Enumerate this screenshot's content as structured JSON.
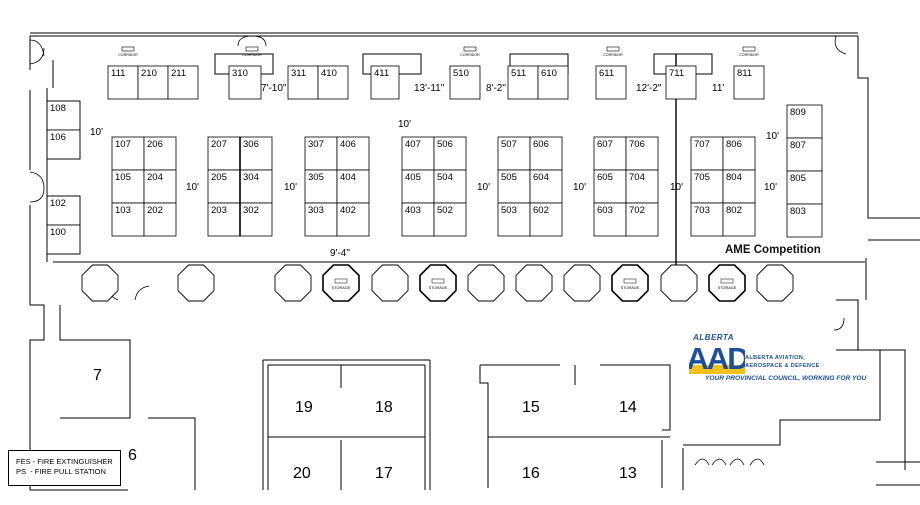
{
  "top_row_booths": [
    "111",
    "210",
    "211",
    "310",
    "311",
    "410",
    "411",
    "510",
    "511",
    "610",
    "611",
    "711",
    "811"
  ],
  "left_column_booths": [
    "108",
    "106",
    "102",
    "100"
  ],
  "right_column_booths": [
    "809",
    "807",
    "805",
    "803"
  ],
  "island_blocks": [
    {
      "left": [
        "107",
        "105",
        "103"
      ],
      "right": [
        "206",
        "204",
        "202"
      ]
    },
    {
      "left": [
        "207",
        "205",
        "203"
      ],
      "right": [
        "306",
        "304",
        "302"
      ]
    },
    {
      "left": [
        "307",
        "305",
        "303"
      ],
      "right": [
        "406",
        "404",
        "402"
      ]
    },
    {
      "left": [
        "407",
        "405",
        "403"
      ],
      "right": [
        "506",
        "504",
        "502"
      ]
    },
    {
      "left": [
        "507",
        "505",
        "503"
      ],
      "right": [
        "606",
        "604",
        "602"
      ]
    },
    {
      "left": [
        "607",
        "605",
        "603"
      ],
      "right": [
        "706",
        "704",
        "702"
      ]
    },
    {
      "left": [
        "707",
        "705",
        "703"
      ],
      "right": [
        "806",
        "804",
        "802"
      ]
    }
  ],
  "aisle_labels": [
    "10'",
    "10'",
    "10'",
    "10'",
    "10'",
    "10'",
    "10'",
    "10'",
    "10'",
    "9'-4\"",
    "7'-10\"",
    "13'-11\"",
    "8'-2\"",
    "12'-2\"",
    "11'"
  ],
  "corridor_tag": "CORRIDOR",
  "storage_tag": "STORAGE",
  "rooms": [
    "7",
    "6",
    "19",
    "18",
    "15",
    "14",
    "20",
    "17",
    "16",
    "13"
  ],
  "competition_label": "AME Competition",
  "legend": [
    {
      "code": "FES",
      "meaning": "FIRE EXTINGUISHER"
    },
    {
      "code": "PS",
      "meaning": "FIRE PULL STATION"
    }
  ],
  "logo": {
    "word": "ALBERTA",
    "letters": "AAD",
    "line1": "ALBERTA AVIATION,",
    "line2": "AEROSPACE & DEFENCE",
    "tagline": "YOUR PROVINCIAL COUNCIL, WORKING FOR YOU",
    "colors": {
      "blue": "#1d4f9c",
      "yellow": "#f2c21b"
    }
  }
}
